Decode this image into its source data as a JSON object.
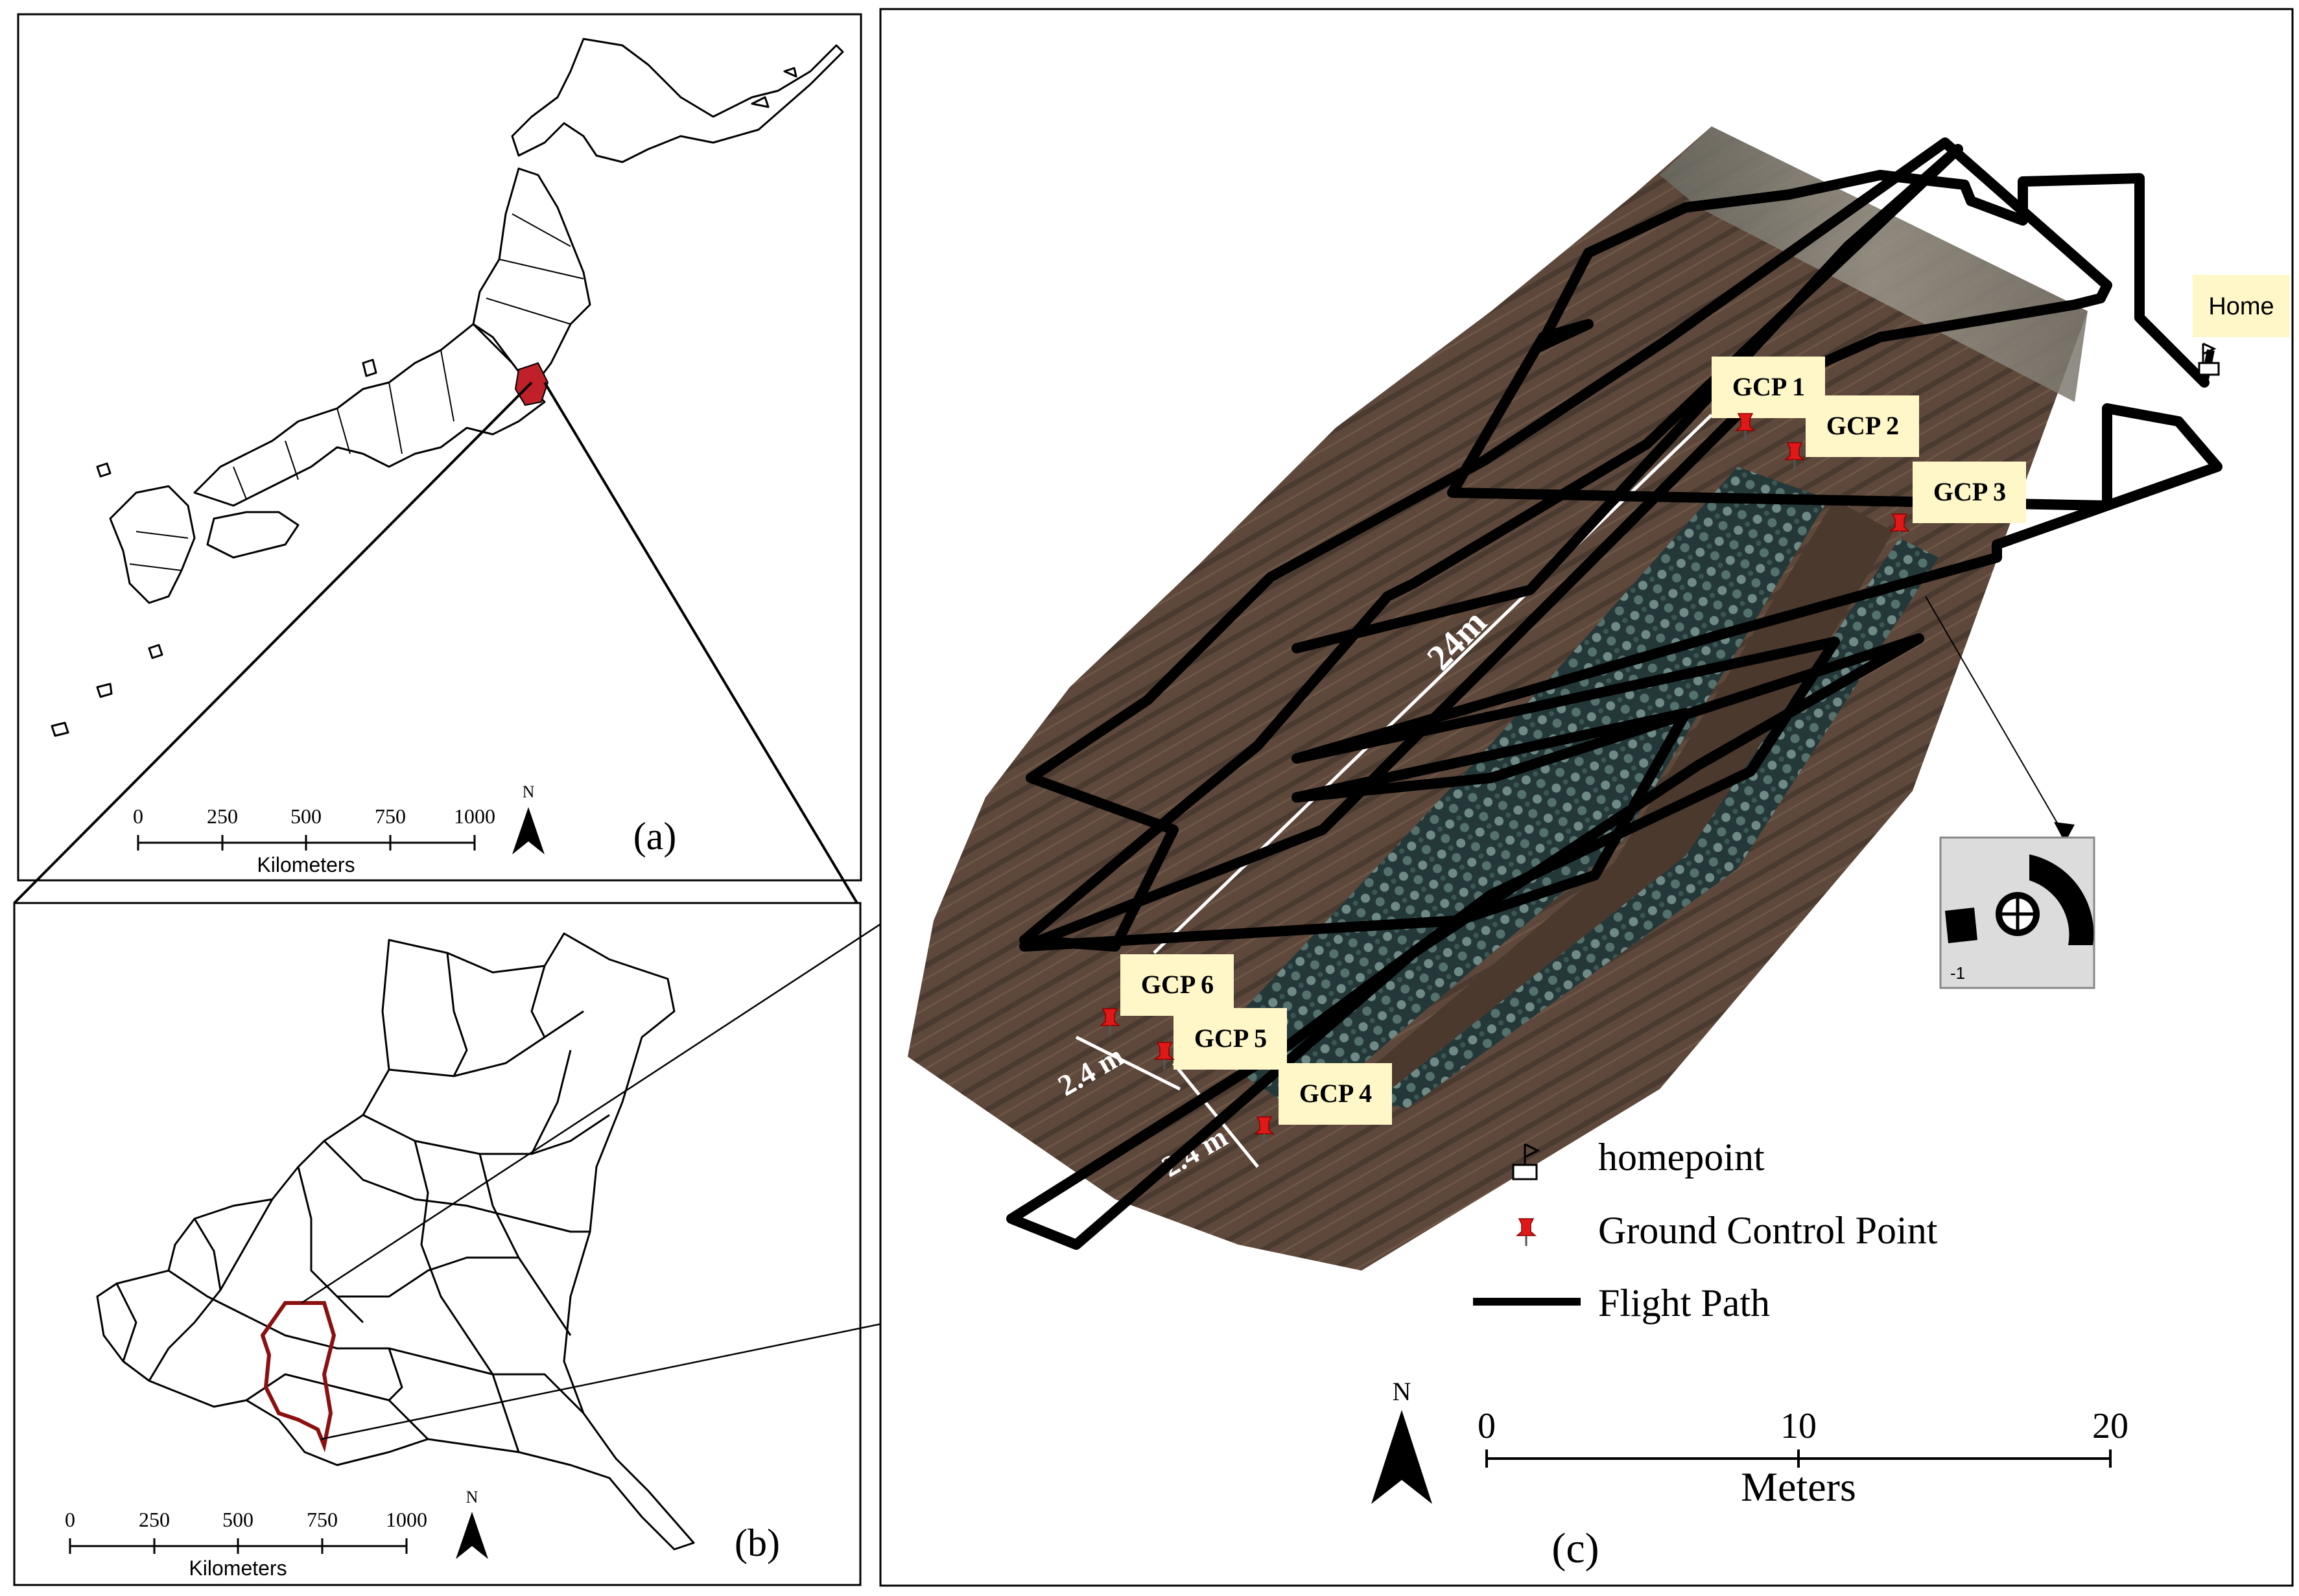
{
  "panel_a": {
    "label": "(a)",
    "scale": {
      "ticks": [
        "0",
        "250",
        "500",
        "750",
        "1000"
      ],
      "unit": "Kilometers"
    },
    "north": "N"
  },
  "panel_b": {
    "label": "(b)",
    "scale": {
      "ticks": [
        "0",
        "250",
        "500",
        "750",
        "1000"
      ],
      "unit": "Kilometers"
    },
    "north": "N"
  },
  "panel_c": {
    "label": "(c)",
    "scale": {
      "ticks": [
        "0",
        "10",
        "20"
      ],
      "unit": "Meters"
    },
    "north": "N",
    "home_label": "Home",
    "gcps": [
      "GCP 1",
      "GCP 2",
      "GCP 3",
      "GCP 4",
      "GCP 5",
      "GCP 6"
    ],
    "dimensions": {
      "length": "24m",
      "spacing_a": "2.4 m",
      "spacing_b": "2.4 m"
    },
    "target_label": "-1",
    "legend": [
      {
        "icon": "homepoint-flag-icon",
        "label": "homepoint"
      },
      {
        "icon": "pushpin-icon",
        "label": "Ground Control Point"
      },
      {
        "icon": "flight-path-line-icon",
        "label": "Flight Path"
      }
    ]
  },
  "colors": {
    "highlight_region": "#c0202a",
    "highlight_outline": "#8b1010",
    "gcp_marker": "#e01818",
    "label_bg": "#fff7c8",
    "soil": "#5b463a",
    "crop": "#2f4a45",
    "flight_path": "#000000"
  }
}
